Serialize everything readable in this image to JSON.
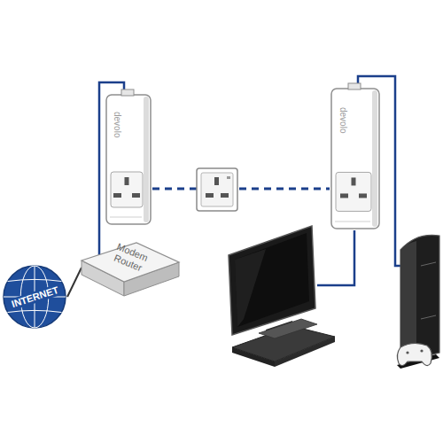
{
  "diagram": {
    "nodes": [
      {
        "text": [
          "devolo"
        ]
      },
      {
        "text": [
          "devolo"
        ]
      },
      {
        "text": [
          "Modem Router"
        ]
      },
      {
        "text": [
          "INTERNET"
        ]
      }
    ],
    "edges": [
      {
        "from": 3,
        "to": 2,
        "arrow": "none"
      },
      {
        "from": 2,
        "to": 0,
        "arrow": "none"
      },
      {
        "from": 0,
        "to": 1,
        "arrow": "none"
      }
    ]
  }
}
